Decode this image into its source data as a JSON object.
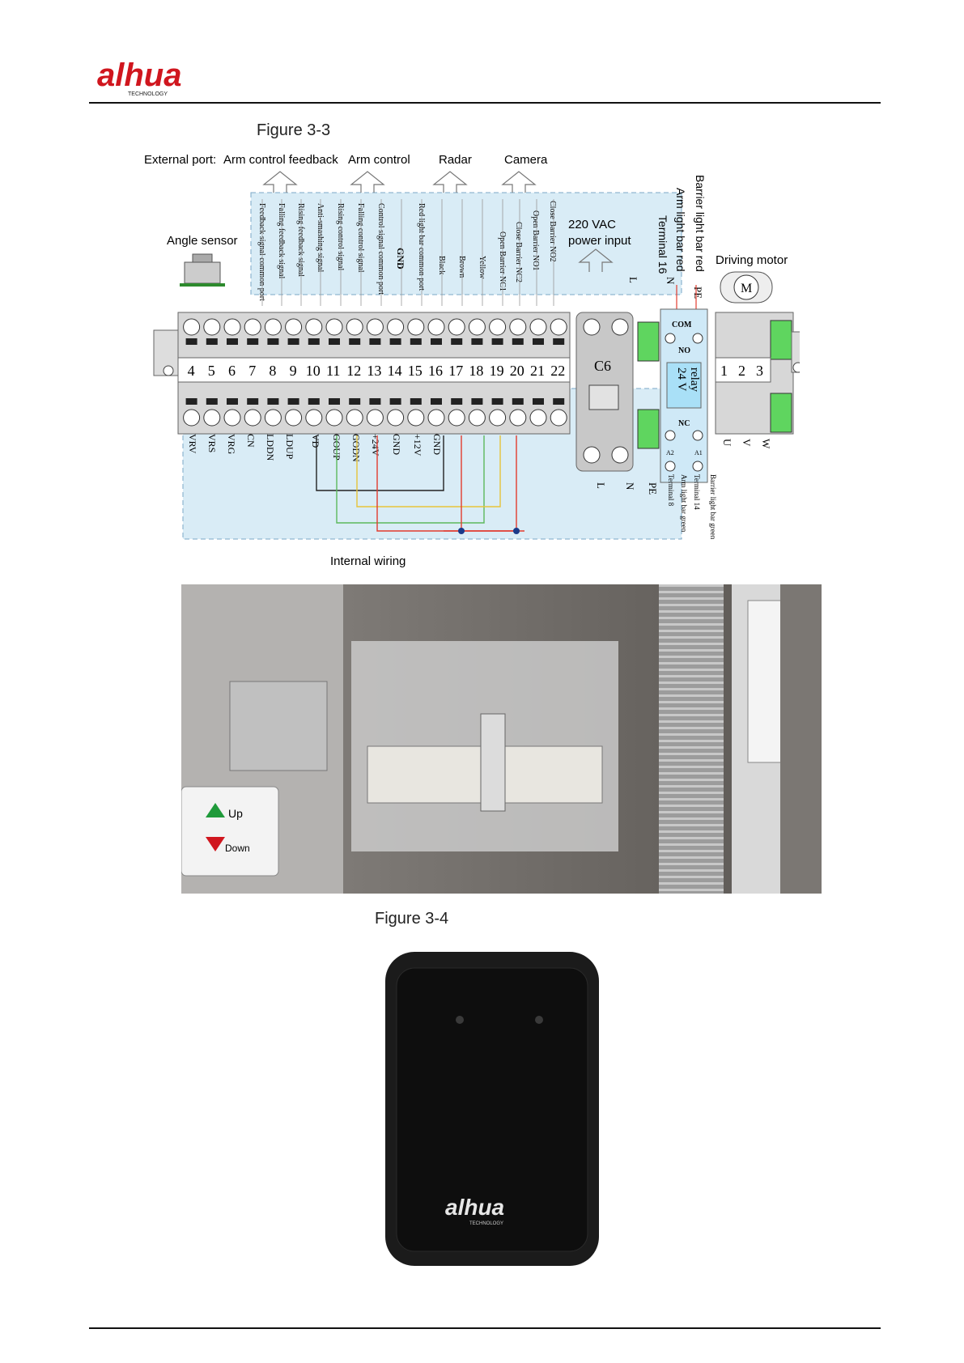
{
  "header": {
    "brand": "alhua",
    "brand_sub": "TECHNOLOGY"
  },
  "figures": [
    {
      "caption": "Figure 3-3"
    },
    {
      "caption": "Figure 3-4"
    }
  ],
  "diagram": {
    "top_labels": {
      "external_port": "External port:",
      "arm_feedback": "Arm control feedback",
      "arm_control": "Arm control",
      "radar": "Radar",
      "camera": "Camera"
    },
    "angle_sensor": "Angle sensor",
    "power_input_line1": "220 VAC",
    "power_input_line2": "power input",
    "driving_motor": "Driving motor",
    "motor_symbol": "M",
    "breaker": "C6",
    "relay_line1": "24 V",
    "relay_line2": "relay",
    "relay_com": "COM",
    "relay_no": "NO",
    "relay_nc": "NC",
    "relay_a1": "A1",
    "relay_a2": "A2",
    "internal_wiring": "Internal wiring",
    "vertical_top": [
      "Feedback signal common port",
      "Falling feedback signal",
      "Rising feedback signal",
      "Anti-smashing signal",
      "Rising control signal",
      "Falling control signal",
      "Control signal common port",
      "GND",
      "Red light bar common port",
      "Black",
      "Brown",
      "Yellow",
      "Open Barrier NC1",
      "Close Barrier NC2",
      "Open Barrier NO1",
      "Close Barrier NO2"
    ],
    "top_right_labels": {
      "terminal16": "Terminal 16",
      "arm_red": "Arm light bar red",
      "barrier_red": "Barrier light bar red",
      "L": "L",
      "N": "N",
      "PE": "PE"
    },
    "terminal_numbers": [
      "4",
      "5",
      "6",
      "7",
      "8",
      "9",
      "10",
      "11",
      "12",
      "13",
      "14",
      "15",
      "16",
      "17",
      "18",
      "19",
      "20",
      "21",
      "22"
    ],
    "right_terminal_numbers": [
      "1",
      "2",
      "3"
    ],
    "bottom_labels": [
      "VRV",
      "VRS",
      "VRG",
      "CN",
      "LDDN",
      "LDUP",
      "VD",
      "GOUP",
      "GODN",
      "+24V",
      "GND",
      "+12V",
      "GND"
    ],
    "bottom_right_labels": {
      "L": "L",
      "N": "N",
      "PE": "PE",
      "terminal8": "Terminal 8",
      "arm_green": "Arm light bar green",
      "terminal14": "Terminal 14",
      "barrier_green": "Barrier light bar green",
      "U": "U",
      "V": "V",
      "W": "W"
    }
  },
  "photo": {
    "up_label": "Up",
    "down_label": "Down"
  },
  "device": {
    "brand": "alhua",
    "brand_sub": "TECHNOLOGY"
  },
  "colors": {
    "panel_blue": "#d9ecf6",
    "terminal_green": "#5fd55f",
    "wire_red": "#e23b2e",
    "wire_green": "#5cb85c",
    "wire_yellow": "#e7c33a",
    "wire_dark": "#222222"
  }
}
